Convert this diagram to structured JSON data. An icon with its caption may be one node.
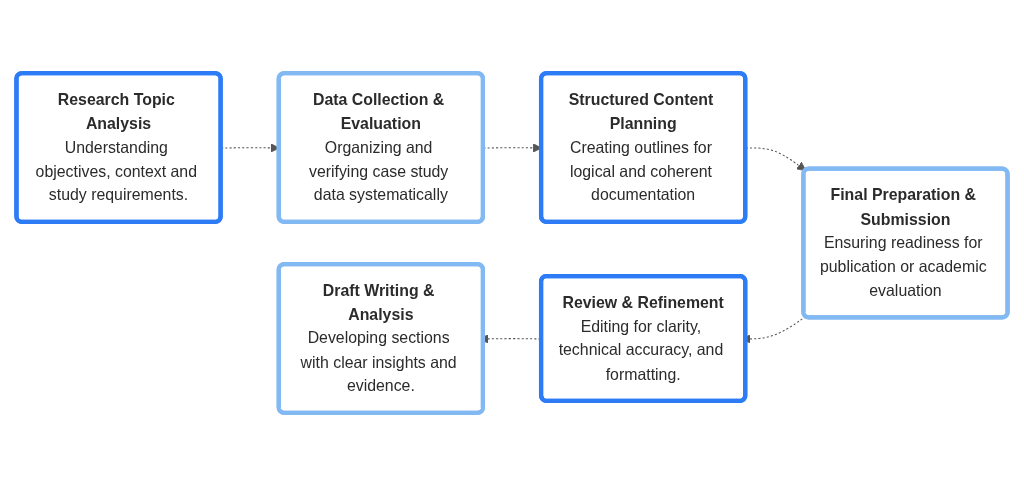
{
  "diagram": {
    "nodes": [
      {
        "text": [
          "Research Topic Analysis",
          "Understanding objectives, context and study requirements."
        ]
      },
      {
        "text": [
          "Data Collection & Evaluation",
          "Organizing and verifying case study data systematically"
        ]
      },
      {
        "text": [
          "Structured Content Planning",
          "Creating outlines for logical and coherent documentation"
        ]
      },
      {
        "text": [
          "Draft Writing & Analysis",
          "Developing sections with clear insights and evidence."
        ]
      },
      {
        "text": [
          "Review & Refinement",
          "Editing for clarity, technical accuracy, and formatting."
        ]
      },
      {
        "text": [
          "Final Preparation & Submission",
          "Ensuring readiness for publication or academic evaluation"
        ]
      }
    ],
    "edges": [
      {
        "from": 0,
        "to": 1,
        "arrow": "to",
        "style": "dashed"
      },
      {
        "from": 1,
        "to": 2,
        "arrow": "to",
        "style": "dashed"
      },
      {
        "from": 2,
        "to": 5,
        "arrow": "to",
        "style": "dashed"
      },
      {
        "from": 5,
        "to": 4,
        "arrow": "to",
        "style": "dashed"
      },
      {
        "from": 4,
        "to": 3,
        "arrow": "to",
        "style": "dashed"
      }
    ]
  }
}
